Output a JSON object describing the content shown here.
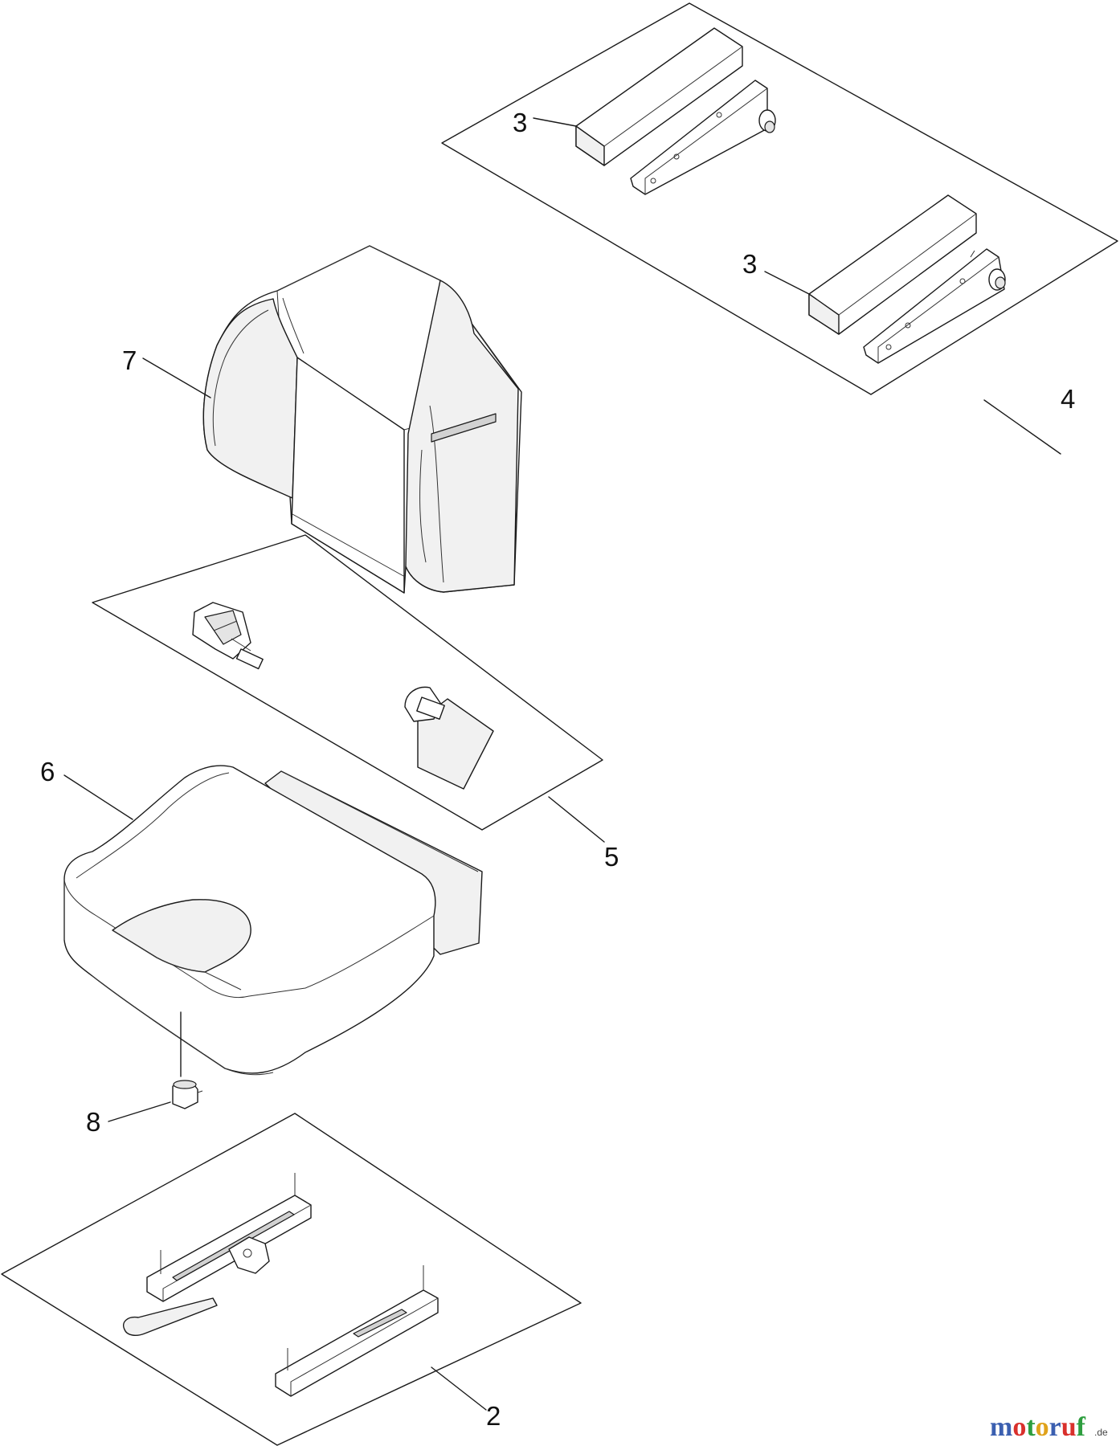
{
  "callouts": [
    {
      "id": "3a",
      "text": "3"
    },
    {
      "id": "3b",
      "text": "3"
    },
    {
      "id": "4",
      "text": "4"
    },
    {
      "id": "7",
      "text": "7"
    },
    {
      "id": "5",
      "text": "5"
    },
    {
      "id": "6",
      "text": "6"
    },
    {
      "id": "8",
      "text": "8"
    },
    {
      "id": "2",
      "text": "2"
    }
  ],
  "watermark": {
    "letters": [
      "m",
      "o",
      "t",
      "o",
      "r",
      "u",
      "f"
    ],
    "letter_colors": [
      "#3b5fb0",
      "#d9302c",
      "#2e9e3f",
      "#e0a21b",
      "#3b5fb0",
      "#d9302c",
      "#2e9e3f"
    ],
    "suffix": ".de"
  }
}
